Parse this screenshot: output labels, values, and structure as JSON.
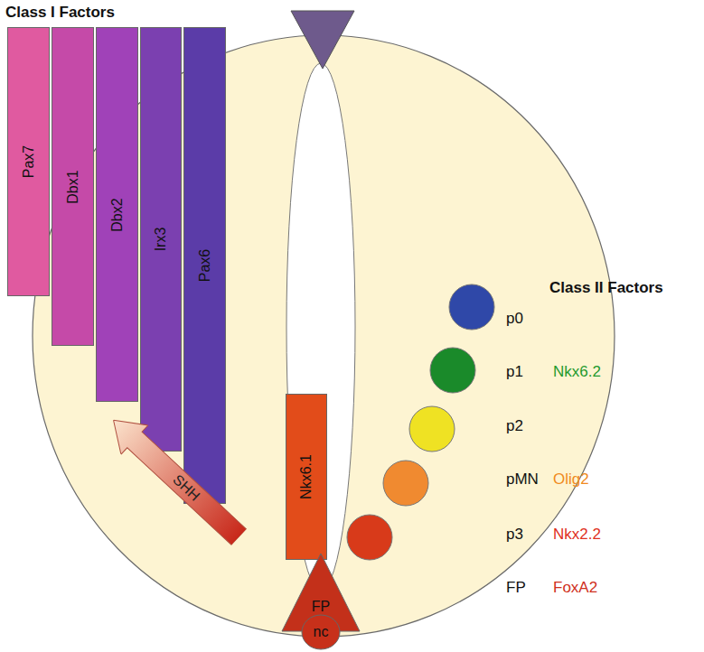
{
  "diagram": {
    "title": "Class I Factors",
    "nodes": [
      {
        "text": [
          "Pax7"
        ]
      },
      {
        "text": [
          "Dbx1"
        ]
      },
      {
        "text": [
          "Dbx2"
        ]
      },
      {
        "text": [
          "Irx3"
        ]
      },
      {
        "text": [
          "Pax6"
        ]
      },
      {
        "text": [
          "Nkx6.1"
        ]
      },
      {
        "text": [
          "SHH"
        ]
      },
      {
        "text": [
          "FP"
        ]
      },
      {
        "text": [
          "nc"
        ]
      }
    ],
    "labels": [
      "Class II Factors",
      "p0",
      "p1",
      "Nkx6.2",
      "p2",
      "pMN",
      "Olig2",
      "p3",
      "Nkx2.2",
      "FP",
      "FoxA2"
    ]
  }
}
